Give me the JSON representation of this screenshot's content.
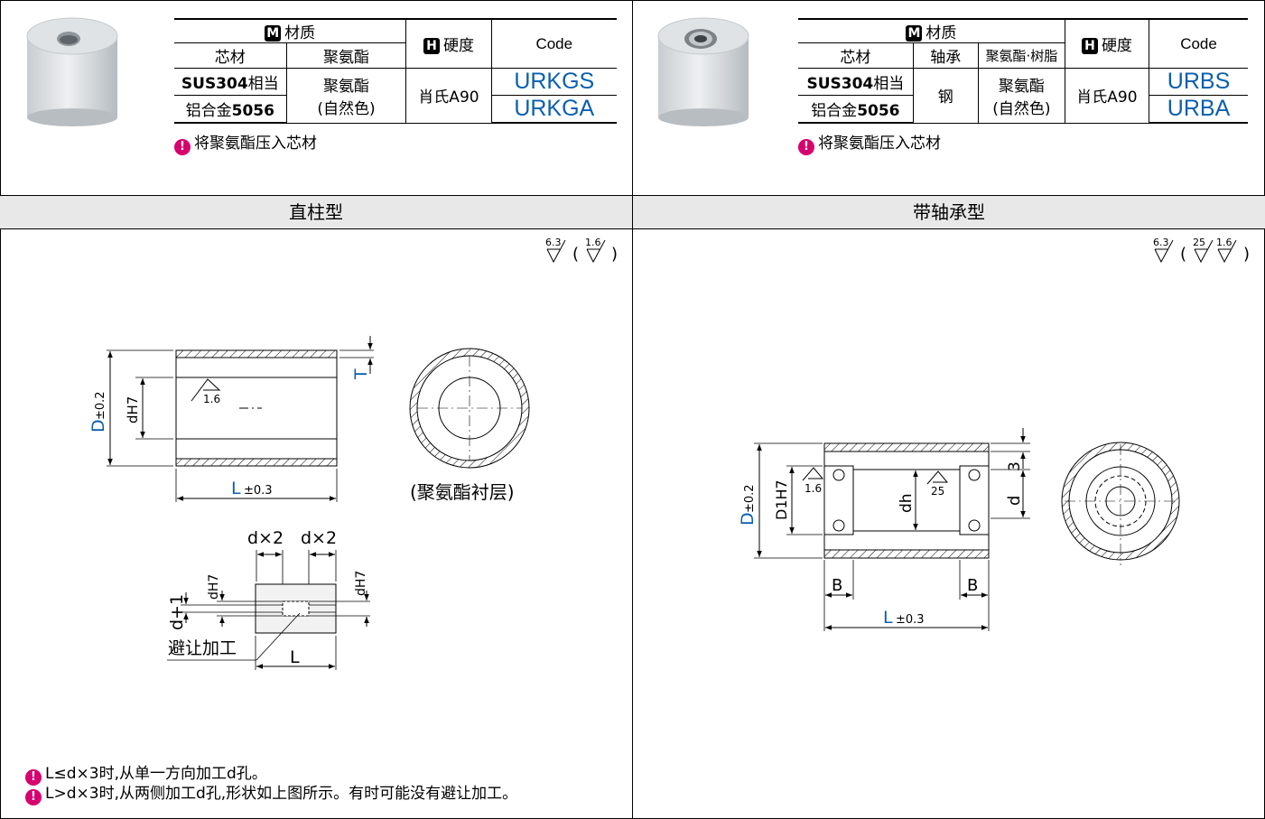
{
  "left": {
    "table": {
      "material_header": "材质",
      "core_header": "芯材",
      "polyurethane_header": "聚氨酯",
      "hardness_header": "硬度",
      "code_header": "Code",
      "row1_core_strong": "SUS304",
      "row1_core_suffix": "相当",
      "row2_core_prefix": "铝合金",
      "row2_core_strong": "5056",
      "pu_value_line1": "聚氨酯",
      "pu_value_line2": "(自然色)",
      "hardness_value": "肖氏A90",
      "code1": "URKGS",
      "code2": "URKGA"
    },
    "note": "将聚氨酯压入芯材",
    "section_title": "直柱型",
    "roughness_main": "6.3",
    "roughness_sub": "1.6",
    "drawing": {
      "d_label": "D",
      "d_tol": "±0.2",
      "dh7": "dH7",
      "t_label": "T",
      "rough_inner": "1.6",
      "l_label": "L",
      "l_tol": "±0.3",
      "caption": "(聚氨酯衬层)",
      "dx2_a": "d×2",
      "dx2_b": "d×2",
      "dh7_left": "dH7",
      "dh7_right": "dH7",
      "d_plus1": "d+1",
      "relief": "避让加工",
      "l_small": "L"
    },
    "bottom_notes": [
      "L≤d×3时,从单一方向加工d孔。",
      "L>d×3时,从两侧加工d孔,形状如上图所示。有时可能没有避让加工。"
    ]
  },
  "right": {
    "table": {
      "material_header": "材质",
      "core_header": "芯材",
      "bearing_header": "轴承",
      "pu_resin_header": "聚氨酯·树脂",
      "hardness_header": "硬度",
      "code_header": "Code",
      "row1_core_strong": "SUS304",
      "row1_core_suffix": "相当",
      "row2_core_prefix": "铝合金",
      "row2_core_strong": "5056",
      "bearing_value": "钢",
      "pu_value_line1": "聚氨酯",
      "pu_value_line2": "(自然色)",
      "hardness_value": "肖氏A90",
      "code1": "URBS",
      "code2": "URBA"
    },
    "note": "将聚氨酯压入芯材",
    "section_title": "带轴承型",
    "roughness_main": "6.3",
    "roughness_sub1": "25",
    "roughness_sub2": "1.6",
    "drawing": {
      "d_label": "D",
      "d_tol": "±0.2",
      "d1h7": "D1H7",
      "rough_a": "1.6",
      "dh": "dh",
      "rough_b": "25",
      "three": "3",
      "d": "d",
      "b_left": "B",
      "b_right": "B",
      "l_label": "L",
      "l_tol": "±0.3"
    }
  },
  "colors": {
    "code_blue": "#0b5fae",
    "warn_magenta": "#d6006e"
  }
}
